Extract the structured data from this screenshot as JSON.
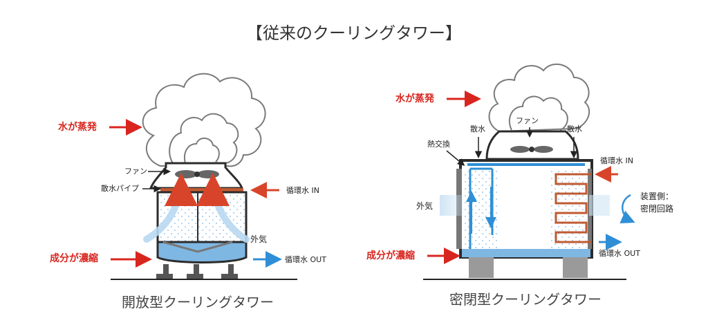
{
  "title": "【従来のクーリングタワー】",
  "open_tower": {
    "caption": "開放型クーリングタワー",
    "labels": {
      "evaporate": "水が蒸発",
      "fan": "ファン",
      "spray_pipe": "散水パイプ",
      "water_in": "循環水 IN",
      "outside_air": "外気",
      "concentrate": "成分が濃縮",
      "water_out": "循環水 OUT"
    }
  },
  "closed_tower": {
    "caption": "密閉型クーリングタワー",
    "labels": {
      "evaporate": "水が蒸発",
      "fan": "ファン",
      "spray_left": "散水",
      "spray_right": "散水",
      "heat_exchange": "熱交換",
      "water_in": "循環水 IN",
      "device_side": "装置側：",
      "closed_circuit": "密閉回路",
      "outside_air": "外気",
      "concentrate": "成分が濃縮",
      "water_out": "循環水 OUT"
    }
  },
  "colors": {
    "red_label": "#d8261f",
    "blue_water": "#2f8fd6",
    "dark": "#2b2b2b",
    "pipe": "#c05a32"
  }
}
